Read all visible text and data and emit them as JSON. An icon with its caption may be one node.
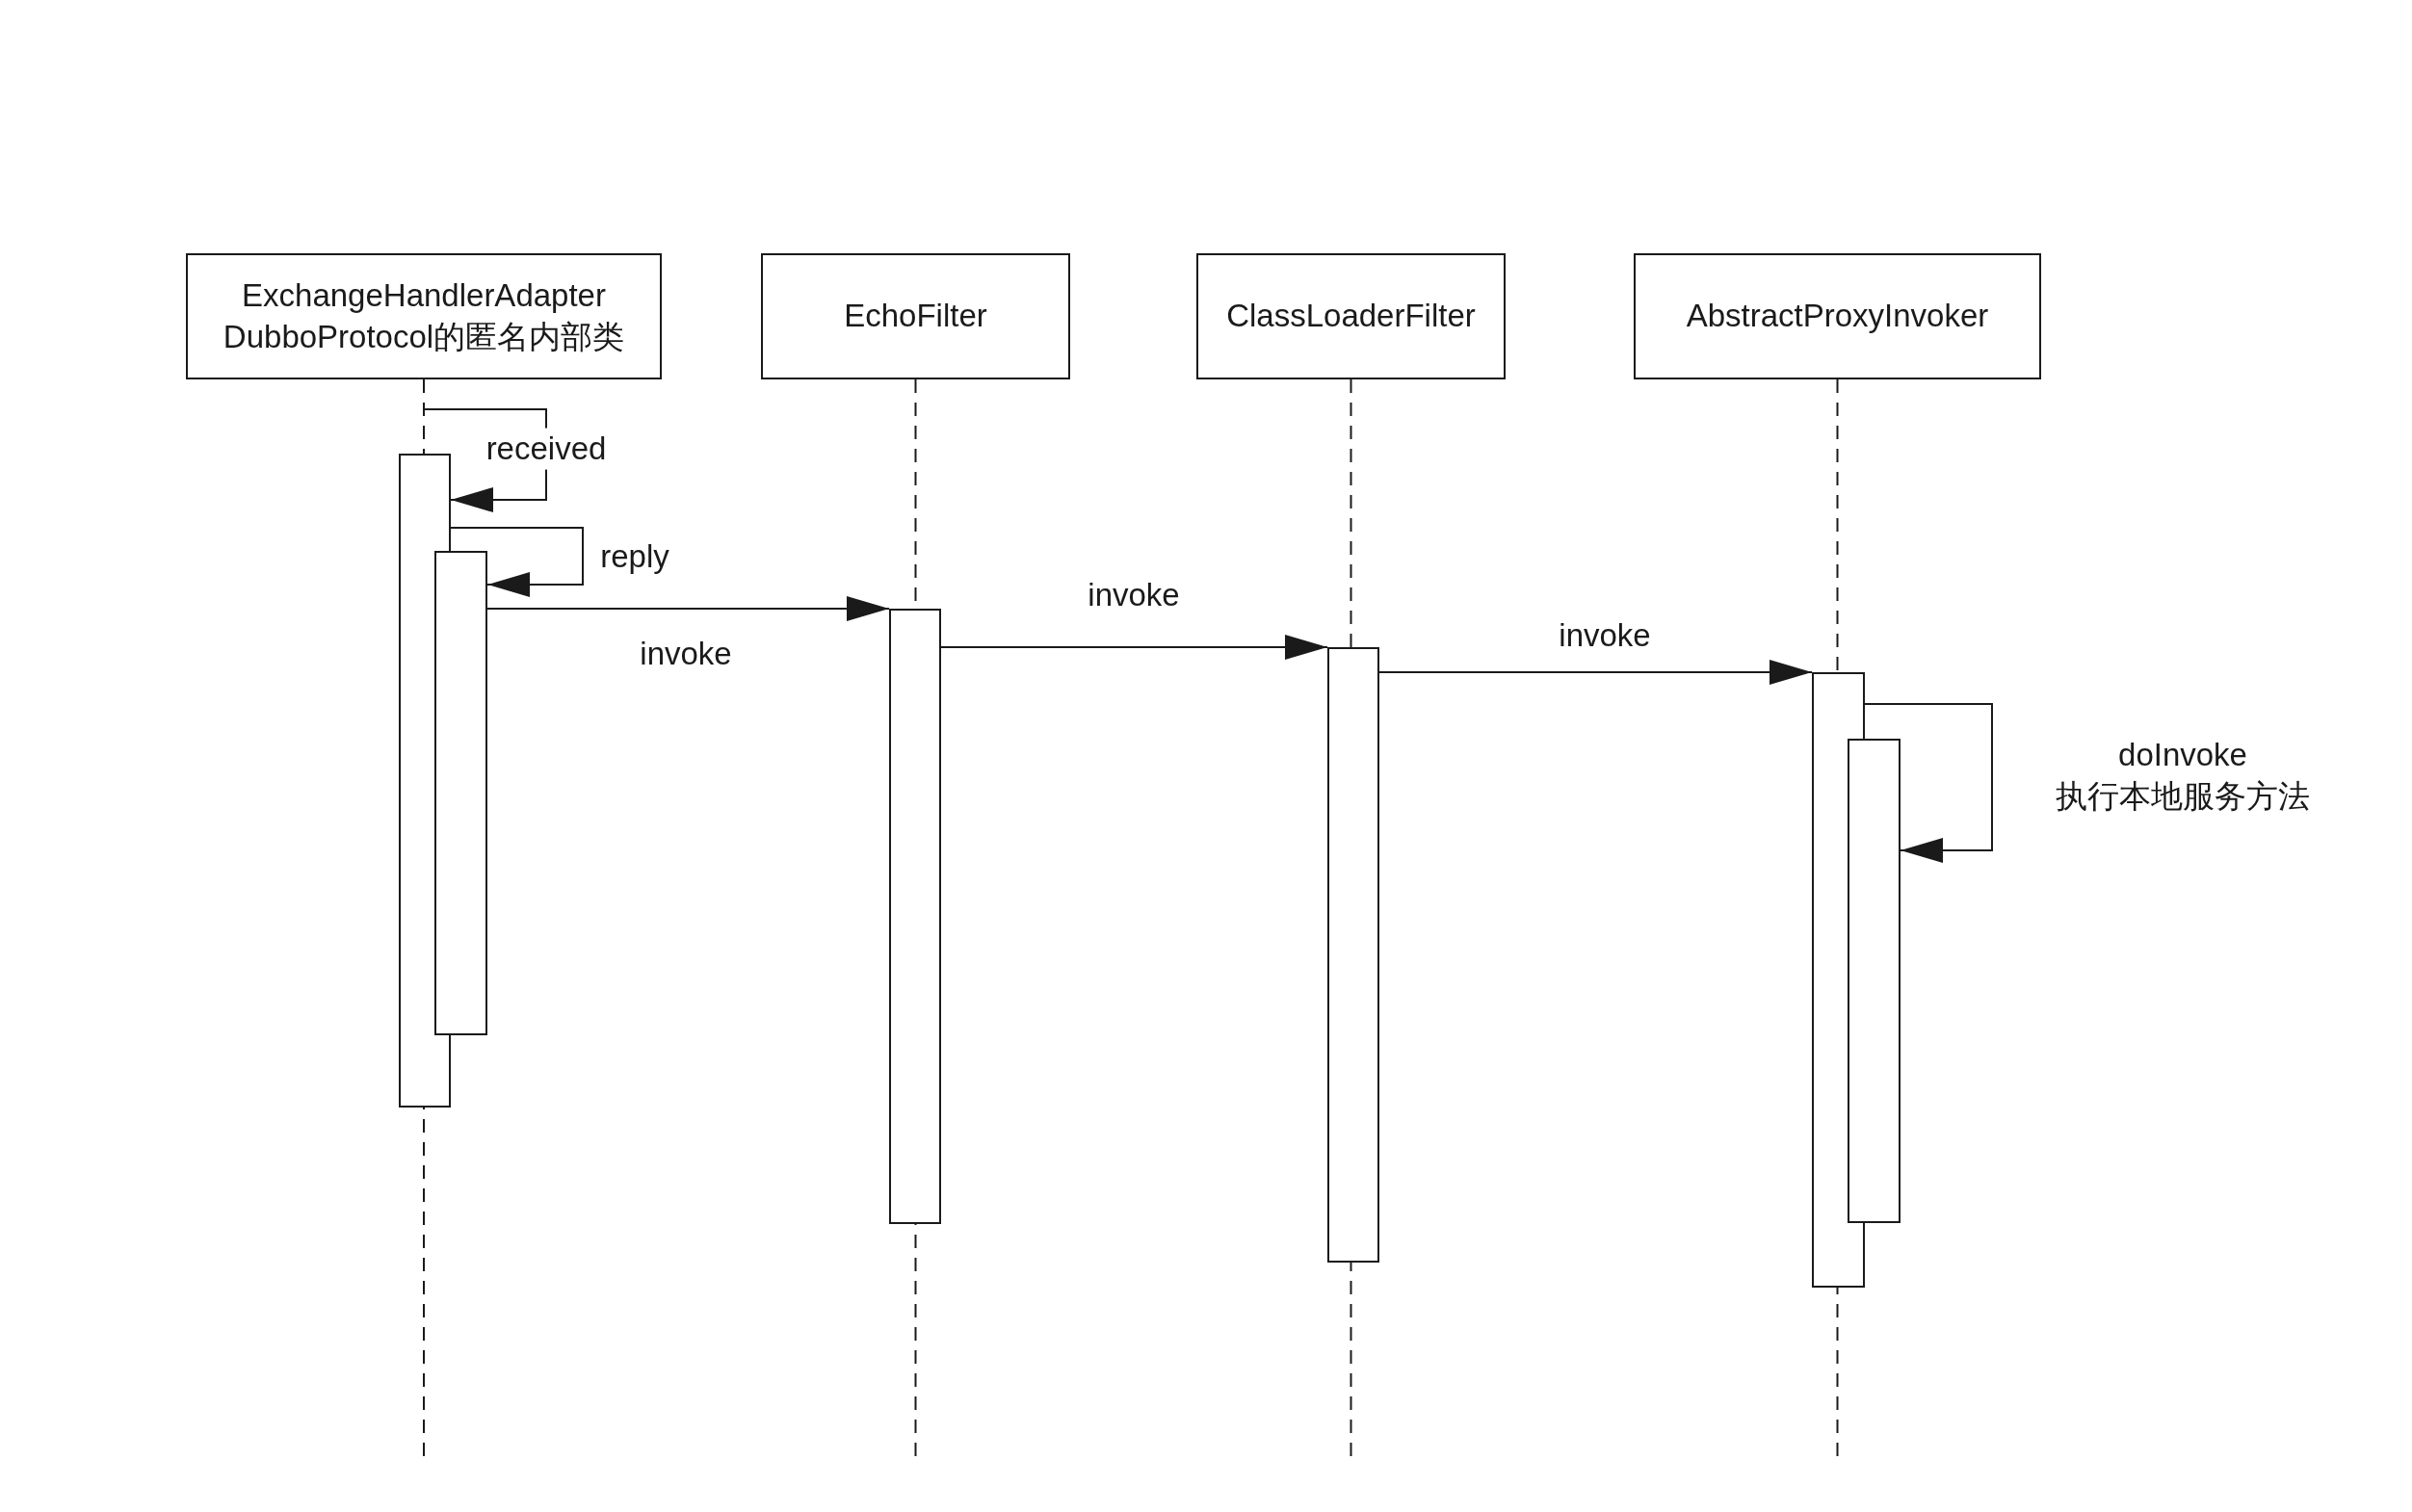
{
  "diagram": {
    "nodes": [
      {
        "text": [
          "ExchangeHandlerAdapter DubboProtocol的匿名内部类"
        ]
      },
      {
        "text": [
          "EchoFilter"
        ]
      },
      {
        "text": [
          "ClassLoaderFilter"
        ]
      },
      {
        "text": [
          "AbstractProxyInvoker"
        ]
      },
      {
        "text": [],
        "shape": "bar"
      },
      {
        "text": [],
        "shape": "bar"
      },
      {
        "text": [],
        "shape": "bar"
      },
      {
        "text": [],
        "shape": "bar"
      },
      {
        "text": [],
        "shape": "bar"
      },
      {
        "text": [],
        "shape": "bar"
      }
    ],
    "edges": [
      {
        "from": null,
        "to": 4,
        "arrow": "to",
        "label": "received"
      },
      {
        "from": 4,
        "to": 5,
        "arrow": "to",
        "label": "reply"
      },
      {
        "from": 5,
        "to": 6,
        "arrow": "to",
        "label": "invoke"
      },
      {
        "from": 6,
        "to": 7,
        "arrow": "to",
        "label": "invoke"
      },
      {
        "from": 7,
        "to": 8,
        "arrow": "to",
        "label": "invoke"
      },
      {
        "from": 8,
        "to": 9,
        "arrow": "to",
        "label": "doInvoke 执行本地服务方法"
      }
    ]
  }
}
